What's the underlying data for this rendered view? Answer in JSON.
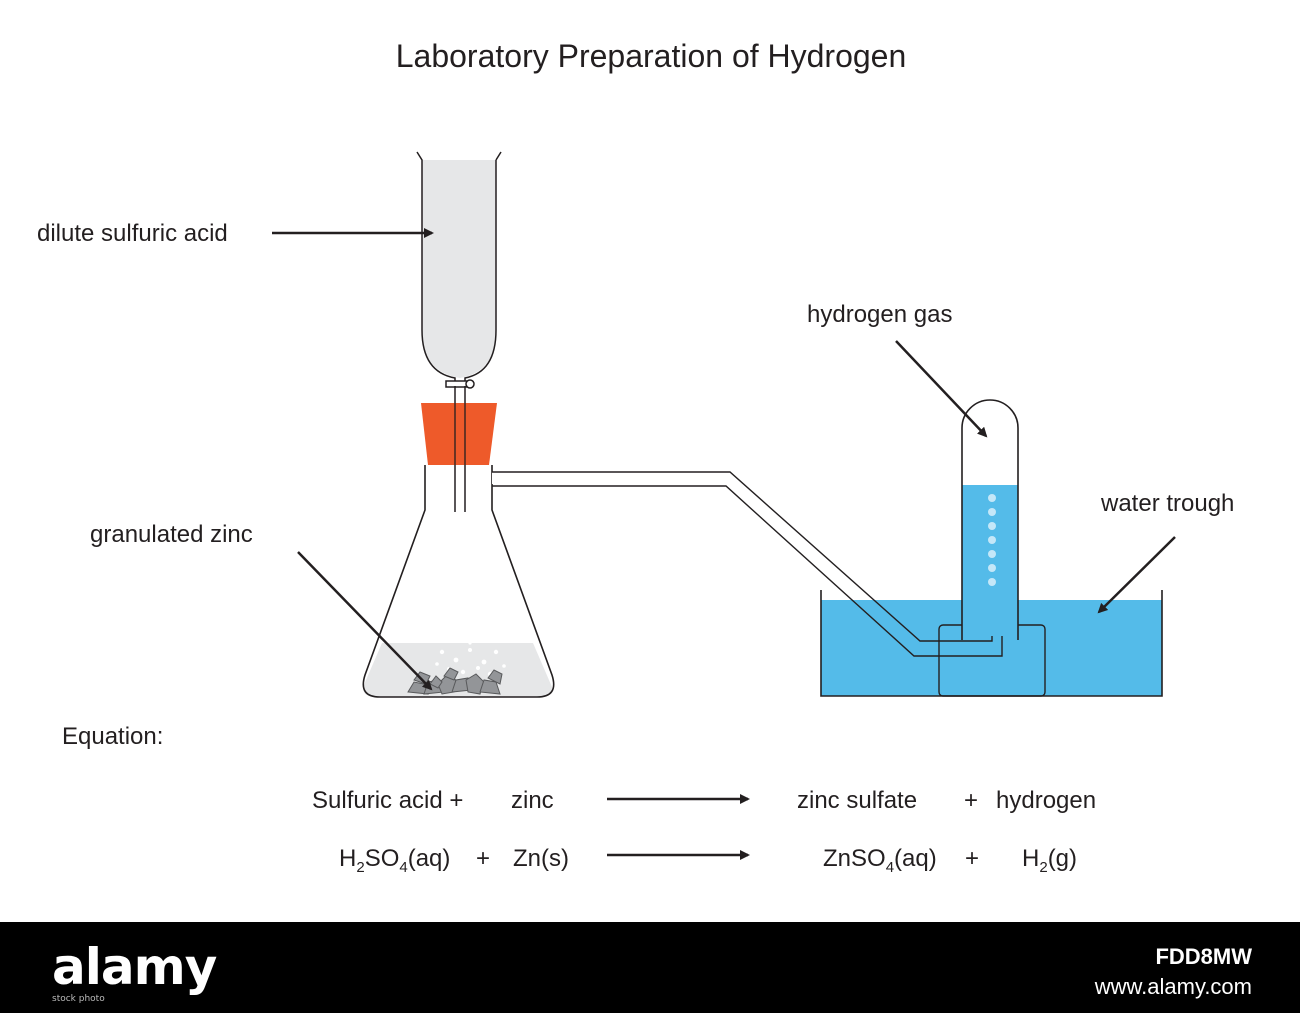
{
  "title": "Laboratory Preparation of Hydrogen",
  "labels": {
    "acid": "dilute sulfuric acid",
    "zinc": "granulated zinc",
    "gas": "hydrogen gas",
    "trough": "water trough"
  },
  "equation": {
    "heading": "Equation:",
    "word": {
      "reactant1": "Sulfuric acid +",
      "reactant2": "zinc",
      "product1": "zinc sulfate",
      "plus": "+",
      "product2": "hydrogen"
    },
    "symbol": {
      "acid_h": "H",
      "acid_h_sub": "2",
      "acid_so": "SO",
      "acid_so_sub": "4",
      "acid_state": "(aq)",
      "plus1": "+",
      "zinc": "Zn(s)",
      "sulfate": "ZnSO",
      "sulfate_sub": "4",
      "sulfate_state": "(aq)",
      "plus2": "+",
      "hydrogen": "H",
      "hydrogen_sub": "2",
      "hydrogen_state": "(g)"
    }
  },
  "colors": {
    "acid": "#e6e7e8",
    "stopper": "#ee5a2a",
    "water": "#54bbe9",
    "zinc": "#939598",
    "line": "#231f20"
  },
  "footer": {
    "logo": "alamy",
    "logo_sub": "stock photo",
    "image_id": "FDD8MW",
    "url": "www.alamy.com"
  }
}
